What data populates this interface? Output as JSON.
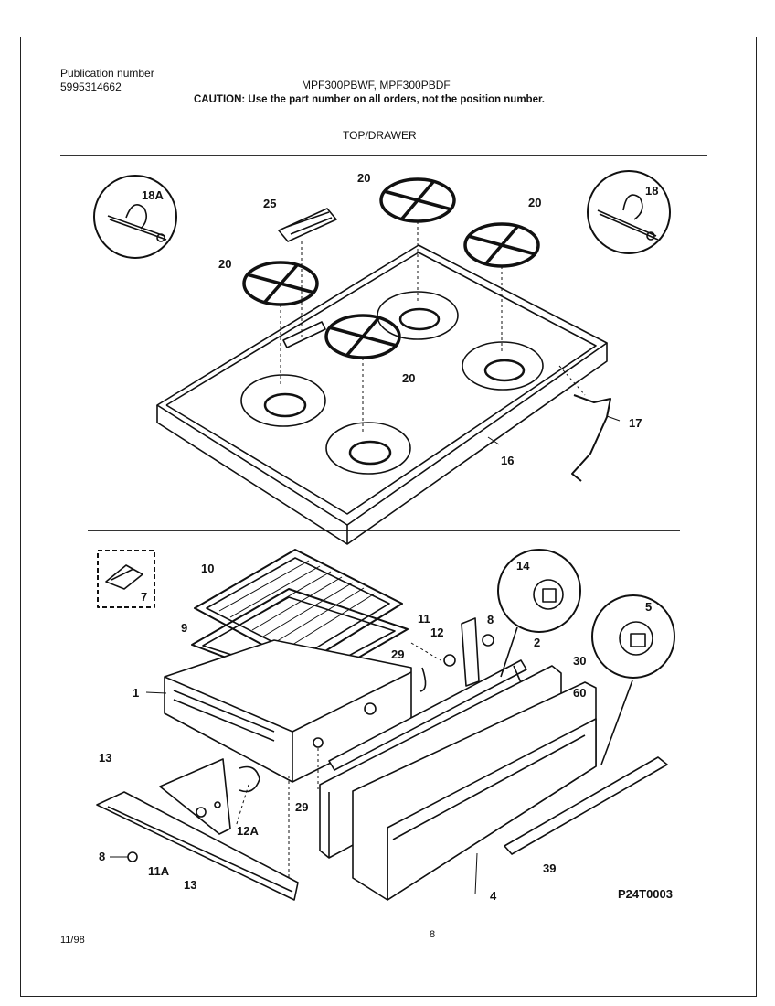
{
  "header": {
    "publication_label": "Publication number",
    "publication_number": "5995314662",
    "models": "MPF300PBWF, MPF300PBDF",
    "caution": "CAUTION:  Use the part number on all orders, not the position number.",
    "section_title": "TOP/DRAWER"
  },
  "callouts": [
    "18A",
    "25",
    "20",
    "20",
    "20",
    "20",
    "18",
    "17",
    "16",
    "10",
    "9",
    "7",
    "14",
    "8",
    "11",
    "12",
    "2",
    "5",
    "30",
    "60",
    "29",
    "1",
    "29",
    "13",
    "12A",
    "8",
    "11A",
    "13",
    "4",
    "39"
  ],
  "diagram_code": "P24T0003",
  "footer": {
    "date": "11/98",
    "page": "8"
  }
}
